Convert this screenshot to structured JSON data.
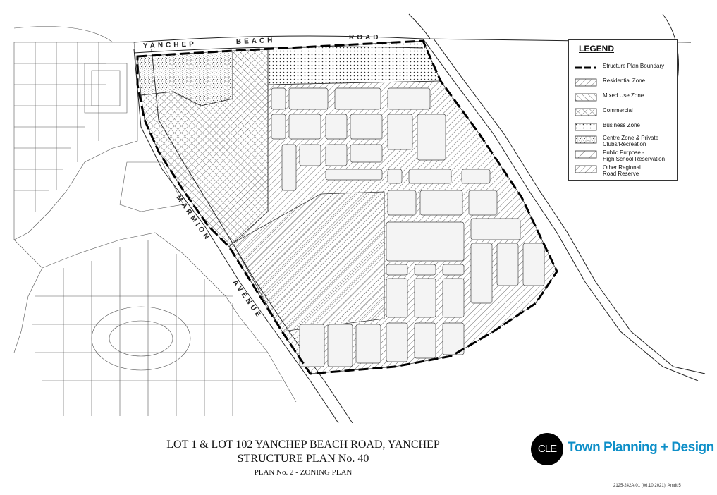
{
  "roads": {
    "yanchep": "YANCHEP",
    "beach": "BEACH",
    "road": "ROAD",
    "marmion": "MARMION",
    "avenue": "AVENUE"
  },
  "legend": {
    "title": "LEGEND",
    "items": [
      {
        "label": "Structure Plan Boundary",
        "symbol": "dashed-boundary"
      },
      {
        "label": "Residential Zone",
        "symbol": "hatch-forward"
      },
      {
        "label": "Mixed Use Zone",
        "symbol": "hatch-back"
      },
      {
        "label": "Commercial",
        "symbol": "crosshatch"
      },
      {
        "label": "Business Zone",
        "symbol": "dots"
      },
      {
        "label": "Centre Zone & Private\nClubs/Recreation",
        "symbol": "stipple"
      },
      {
        "label": "Public Purpose -\nHigh School Reservation",
        "symbol": "hatch-wide"
      },
      {
        "label": "Other Regional\nRoad Reserve",
        "symbol": "hatch-grey"
      }
    ]
  },
  "title_block": {
    "line1": "LOT 1 & LOT 102 YANCHEP BEACH ROAD, YANCHEP",
    "line2": "STRUCTURE PLAN No. 40",
    "line3": "PLAN No. 2 - ZONING PLAN"
  },
  "logo": {
    "mark": "CLE",
    "text": "Town Planning + Design",
    "color": "#0e8fc8"
  },
  "plan_ref": "2125-242A-01 (06.10.2021). Amdt 5"
}
